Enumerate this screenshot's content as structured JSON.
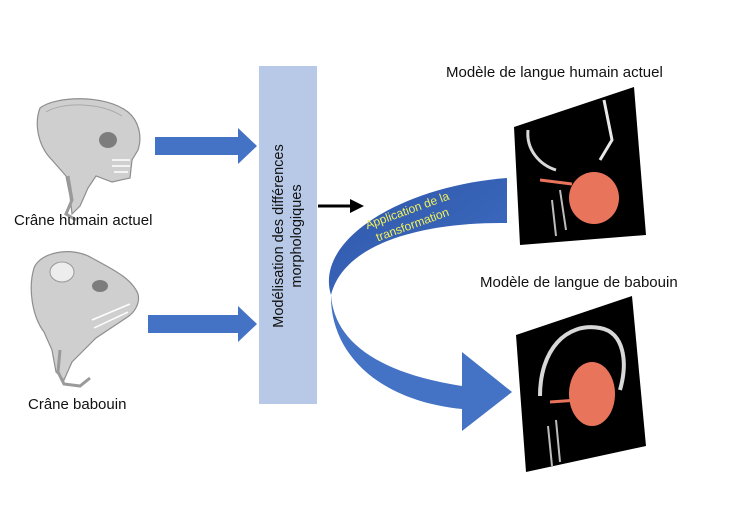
{
  "skulls": {
    "human_label": "Crâne humain actuel",
    "baboon_label": "Crâne babouin"
  },
  "modeling": {
    "line1": "Modélisation des différences",
    "line2": "morphologiques"
  },
  "transformation": {
    "line1": "Application de la",
    "line2": "transformation"
  },
  "models": {
    "human_title": "Modèle de langue humain actuel",
    "baboon_title": "Modèle de langue de babouin"
  },
  "colors": {
    "arrow_blue": "#4472c4",
    "box_blue": "#b7c9e6",
    "transform_text": "#f0f05a",
    "tongue": "#e9745c",
    "scan_bg": "#000000"
  }
}
